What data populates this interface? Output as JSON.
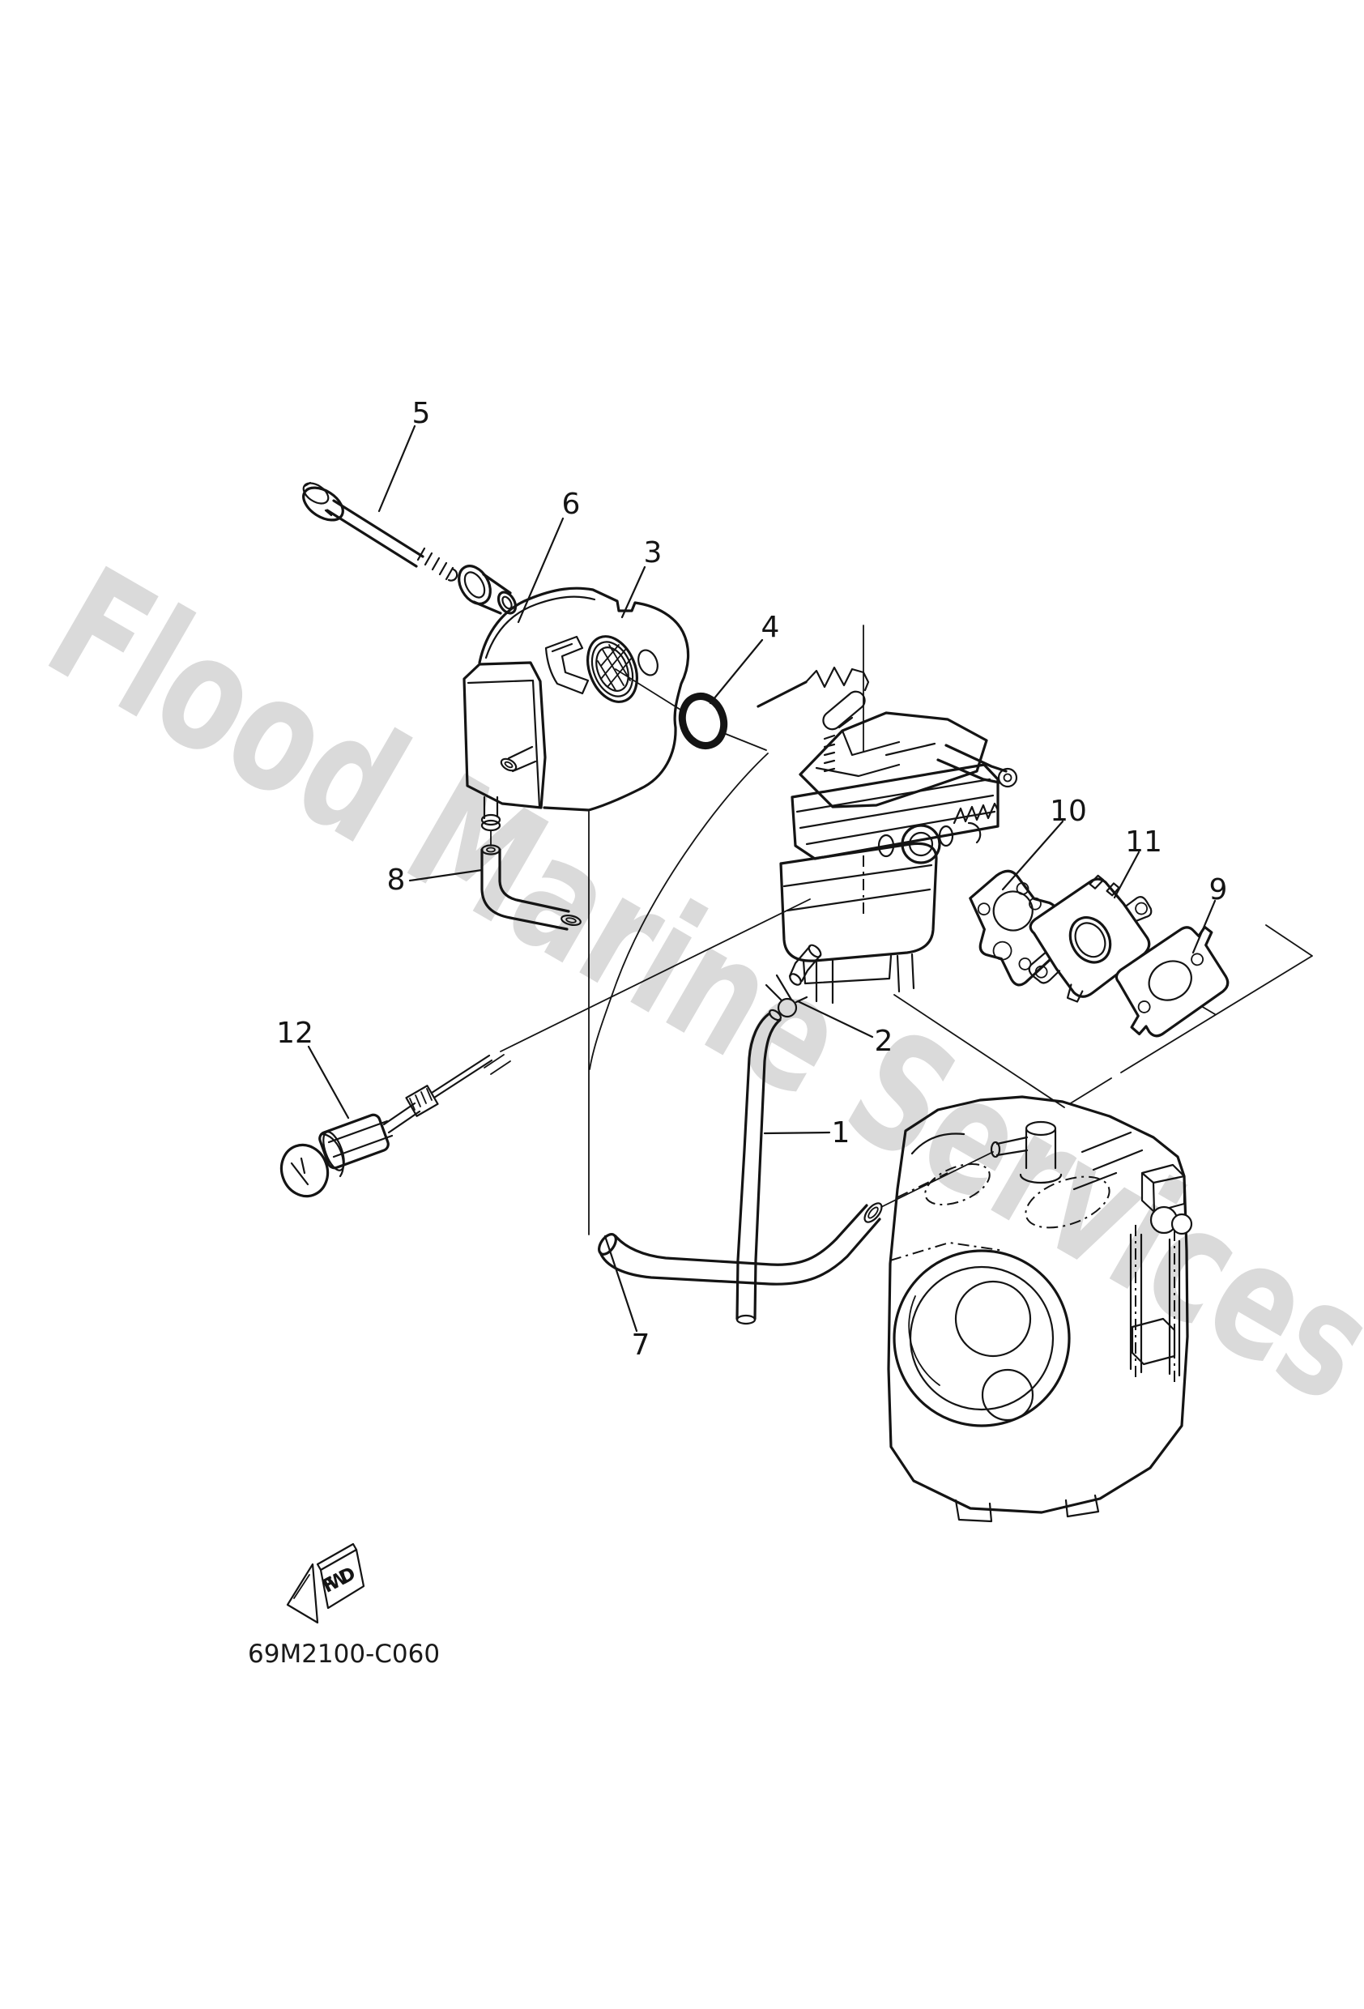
{
  "watermark": {
    "text": "Flood Marine Services",
    "color": "#dadada"
  },
  "figure": {
    "part_code": "69M2100-C060",
    "fwd_label": "FWD",
    "line_color": "#141414",
    "background_color": "#ffffff",
    "callouts": [
      {
        "label": "1"
      },
      {
        "label": "2"
      },
      {
        "label": "3"
      },
      {
        "label": "4"
      },
      {
        "label": "5"
      },
      {
        "label": "6"
      },
      {
        "label": "7"
      },
      {
        "label": "8"
      },
      {
        "label": "9"
      },
      {
        "label": "10"
      },
      {
        "label": "11"
      },
      {
        "label": "12"
      }
    ]
  }
}
